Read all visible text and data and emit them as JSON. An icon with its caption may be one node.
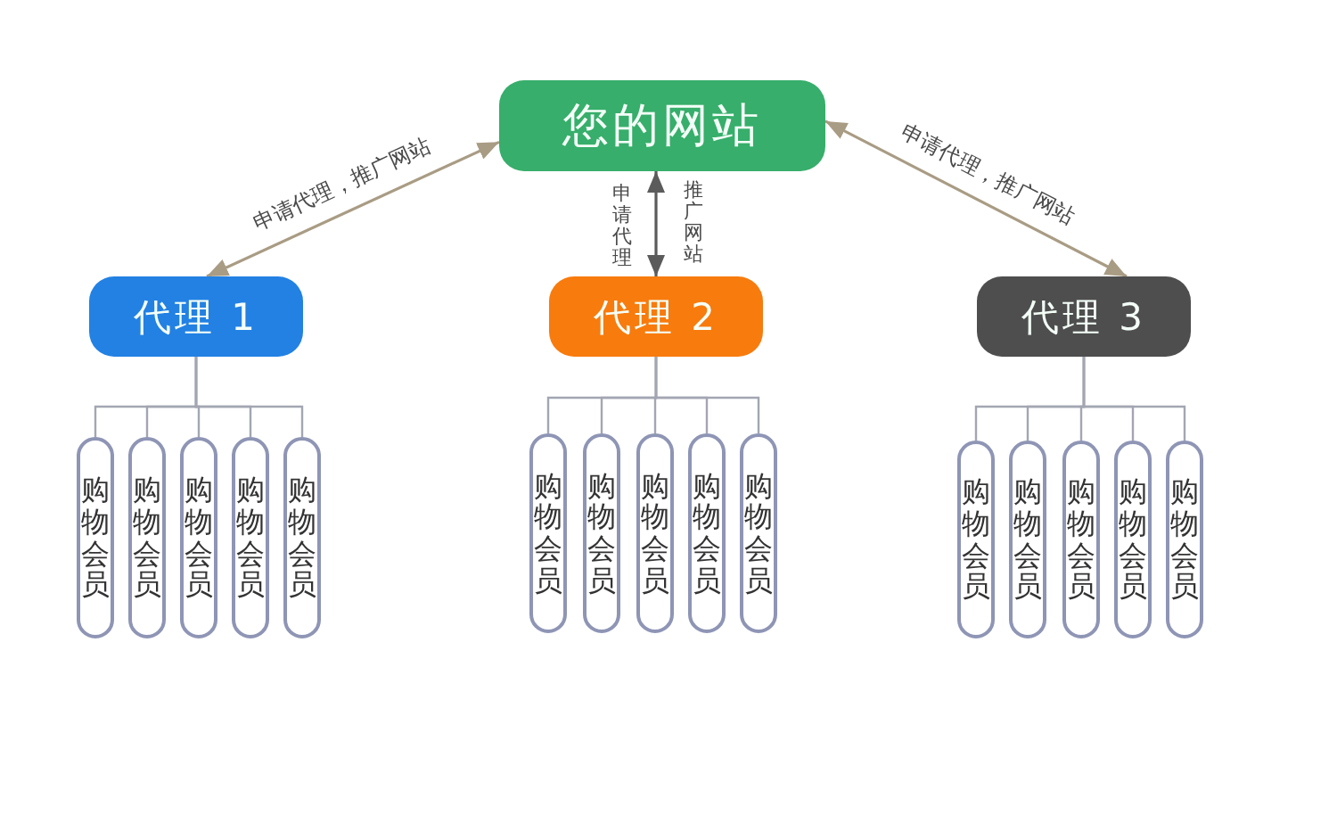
{
  "diagram": {
    "nodes": [
      {
        "text": [
          "您的网站"
        ]
      },
      {
        "text": [
          "代理 1"
        ]
      },
      {
        "text": [
          "代理 2"
        ]
      },
      {
        "text": [
          "代理 3"
        ]
      },
      {
        "text": [
          "购物会员"
        ]
      },
      {
        "text": [
          "购物会员"
        ]
      },
      {
        "text": [
          "购物会员"
        ]
      },
      {
        "text": [
          "购物会员"
        ]
      },
      {
        "text": [
          "购物会员"
        ]
      },
      {
        "text": [
          "购物会员"
        ]
      },
      {
        "text": [
          "购物会员"
        ]
      },
      {
        "text": [
          "购物会员"
        ]
      },
      {
        "text": [
          "购物会员"
        ]
      },
      {
        "text": [
          "购物会员"
        ]
      },
      {
        "text": [
          "购物会员"
        ]
      },
      {
        "text": [
          "购物会员"
        ]
      },
      {
        "text": [
          "购物会员"
        ]
      },
      {
        "text": [
          "购物会员"
        ]
      },
      {
        "text": [
          "购物会员"
        ]
      }
    ],
    "edges": [
      {
        "from": 0,
        "to": 1,
        "arrow": "both",
        "label": "申请代理，推广网站",
        "color": "#a99c84"
      },
      {
        "from": 0,
        "to": 2,
        "arrow": "both",
        "label": "申请代理",
        "color": "#5b5b5b"
      },
      {
        "from": 0,
        "to": 3,
        "arrow": "both",
        "label": "申请代理，推广网站",
        "color": "#a99c84"
      },
      {
        "from": 1,
        "to": 4,
        "arrow": "none"
      },
      {
        "from": 1,
        "to": 5,
        "arrow": "none"
      },
      {
        "from": 1,
        "to": 6,
        "arrow": "none"
      },
      {
        "from": 1,
        "to": 7,
        "arrow": "none"
      },
      {
        "from": 1,
        "to": 8,
        "arrow": "none"
      },
      {
        "from": 2,
        "to": 9,
        "arrow": "none"
      },
      {
        "from": 2,
        "to": 10,
        "arrow": "none"
      },
      {
        "from": 2,
        "to": 11,
        "arrow": "none"
      },
      {
        "from": 2,
        "to": 12,
        "arrow": "none"
      },
      {
        "from": 2,
        "to": 13,
        "arrow": "none"
      },
      {
        "from": 3,
        "to": 14,
        "arrow": "none"
      },
      {
        "from": 3,
        "to": 15,
        "arrow": "none"
      },
      {
        "from": 3,
        "to": 16,
        "arrow": "none"
      },
      {
        "from": 3,
        "to": 17,
        "arrow": "none"
      },
      {
        "from": 3,
        "to": 18,
        "arrow": "none"
      }
    ],
    "labels": [
      "推广网站"
    ]
  }
}
